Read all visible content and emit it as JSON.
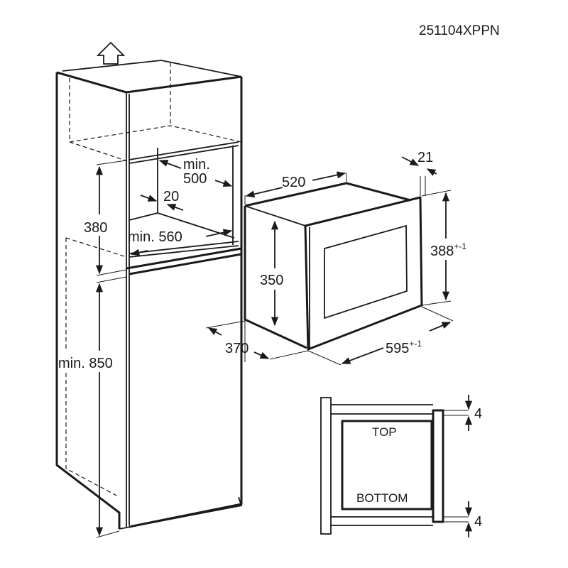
{
  "model_code": "251104XPPN",
  "cabinet": {
    "niche_depth": {
      "prefix": "min.",
      "value": "500"
    },
    "gap": "20",
    "niche_height": "380",
    "niche_width": "min. 560",
    "base_height": "min. 850"
  },
  "appliance": {
    "depth": "520",
    "door_thickness": "21",
    "front_height": "388",
    "front_height_tol": "+-1",
    "body_height": "350",
    "body_width": "370",
    "front_width": "595",
    "front_width_tol": "+-1"
  },
  "section_detail": {
    "top_label": "TOP",
    "bottom_label": "BOTTOM",
    "top_gap": "4",
    "bottom_gap": "4"
  }
}
